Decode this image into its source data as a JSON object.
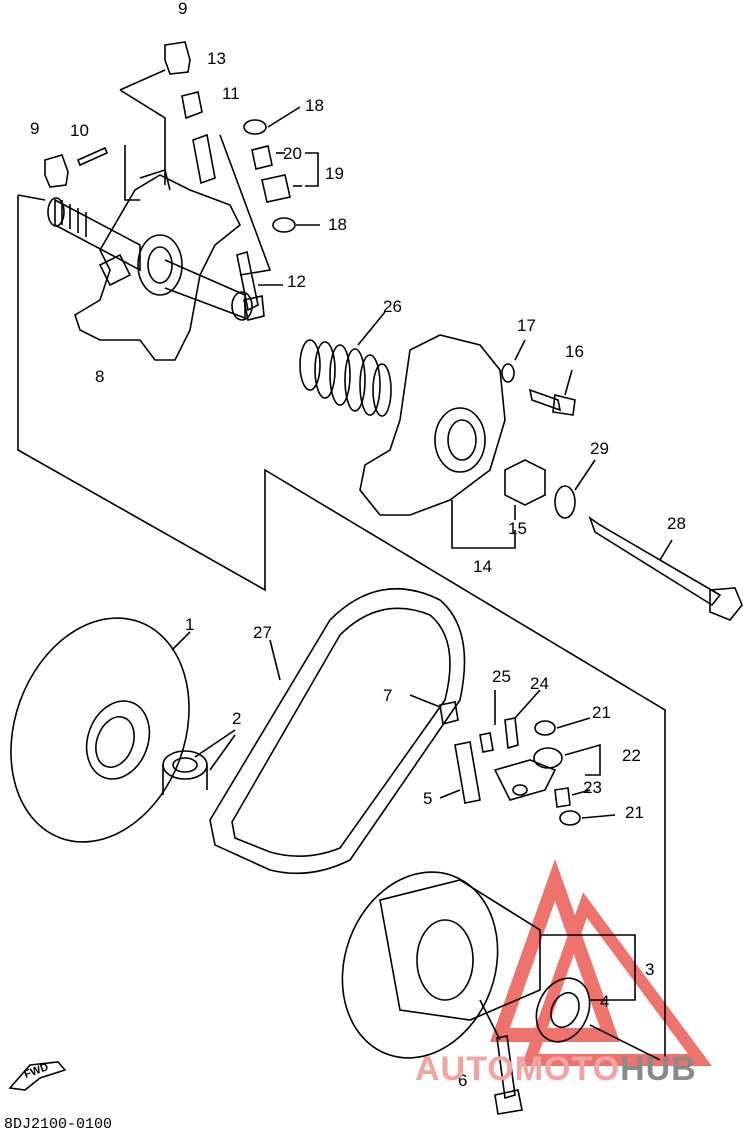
{
  "diagram": {
    "part_labels": [
      "1",
      "2",
      "3",
      "4",
      "5",
      "6",
      "7",
      "8",
      "9",
      "9",
      "10",
      "11",
      "12",
      "13",
      "14",
      "15",
      "16",
      "17",
      "18",
      "18",
      "19",
      "20",
      "21",
      "21",
      "22",
      "23",
      "24",
      "25",
      "26",
      "27",
      "28",
      "29"
    ],
    "direction_label": "FWD",
    "diagram_code": "8DJ2100-0100",
    "watermark": {
      "part1": "AUTOMOTO",
      "part2": "HUB",
      "color_primary": "#e8453c",
      "color_secondary": "#7a7a7a"
    }
  }
}
